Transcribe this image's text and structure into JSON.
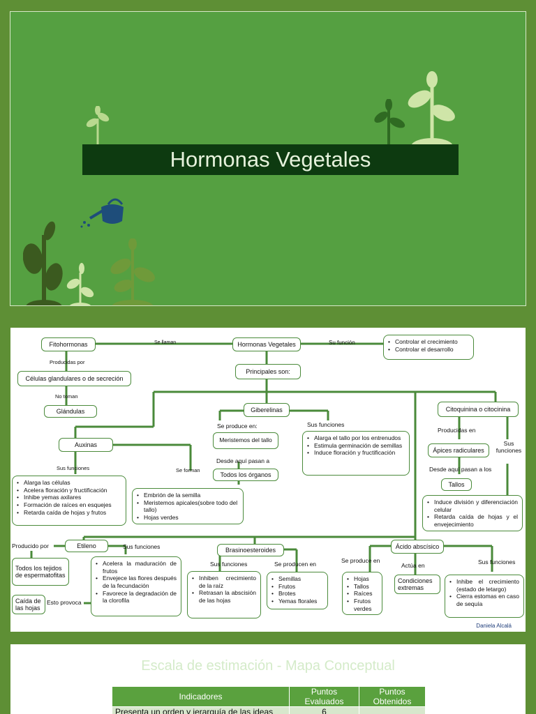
{
  "slide1": {
    "title": "Hormonas Vegetales"
  },
  "map": {
    "fitohormonas": "Fitohormonas",
    "se_llaman": "Se llaman",
    "hormonas_vegetales": "Hormonas Vegetales",
    "su_funcion": "Su función",
    "funcion_items": [
      "Controlar el crecimiento",
      "Controlar el desarrollo"
    ],
    "producidas_por": "Producidas por",
    "celulas": "Células glandulares o de secreción",
    "no_toman": "No toman",
    "glandulas": "Glándulas",
    "principales": "Principales son:",
    "giberelinas": "Giberelinas",
    "se_produce_en": "Se produce en:",
    "meristemos_tallo": "Meristemos del tallo",
    "desde_aqui": "Desde aquí pasan a",
    "todos_organos": "Todos los órganos",
    "sus_funciones_gib": "Sus funciones",
    "gib_items": [
      "Alarga el tallo por los entrenudos",
      "Estimula germinación de semillas",
      "Induce floración y fructificación"
    ],
    "citoquinina": "Citoquinina o citocinina",
    "producidas_en": "Producidas en",
    "apices": "Ápices radiculares",
    "desde_aqui_los": "Desde aquí pasan a los",
    "tallos": "Tallos",
    "sus_funciones_cito": "Sus funciones",
    "cito_items": [
      "Induce división y diferenciación celular",
      "Retarda caída de hojas y el envejecimiento"
    ],
    "auxinas": "Auxinas",
    "sus_funciones_aux": "Sus funciones",
    "aux_items": [
      "Alarga las células",
      "Acelera floración y fructificación",
      "Inhibe yemas axilares",
      "Formación de raíces en esquejes",
      "Retarda caída de hojas y frutos"
    ],
    "se_forman": "Se forman",
    "forman_items": [
      "Embrión de la semilla",
      "Meristemos apicales(sobre todo del tallo)",
      "Hojas verdes"
    ],
    "producido_por": "Producido por",
    "etileno": "Etileno",
    "sus_funciones_eti": "Sus funciones",
    "todos_tejidos": "Todos los tejidos de espermatofitas",
    "esto_provoca": "Esto provoca",
    "caida_hojas": "Caída de las hojas",
    "eti_items": [
      "Acelera la maduración de frutos",
      "Envejece las flores después de la fecundación",
      "Favorece la degradación de la clorofila"
    ],
    "brasino": "Brasinoesteroides",
    "sus_funciones_bra": "Sus funciones",
    "bra_items": [
      "Inhiben crecimiento de la raíz",
      "Retrasan la abscisión de las hojas"
    ],
    "se_producen_en": "Se producen en",
    "bra_prod_items": [
      "Semillas",
      "Frutos",
      "Brotes",
      "Yemas florales"
    ],
    "abscisico": "Ácido abscísico",
    "aba_se_produce": "Se produce en",
    "aba_prod_items": [
      "Hojas",
      "Tallos",
      "Raíces",
      "Frutos verdes"
    ],
    "actua_en": "Actúa en",
    "condiciones": "Condiciones extremas",
    "sus_funciones_aba": "Sus funciones",
    "aba_items": [
      "Inhibe el crecimiento (estado de letargo)",
      "Cierra estomas en caso de sequía"
    ],
    "credit": "Daniela Alcalá"
  },
  "scale": {
    "title": "Escala de estimación - Mapa Conceptual",
    "headers": [
      "Indicadores",
      "Puntos Evaluados",
      "Puntos Obtenidos"
    ],
    "rows": [
      [
        "Presenta un orden y jerarquía de las ideas",
        "6",
        ""
      ]
    ]
  },
  "colors": {
    "green_bg": "#55a041",
    "title_band": "#0d3a10",
    "map_border": "#4a8a3a",
    "table_header": "#5aa13e"
  }
}
